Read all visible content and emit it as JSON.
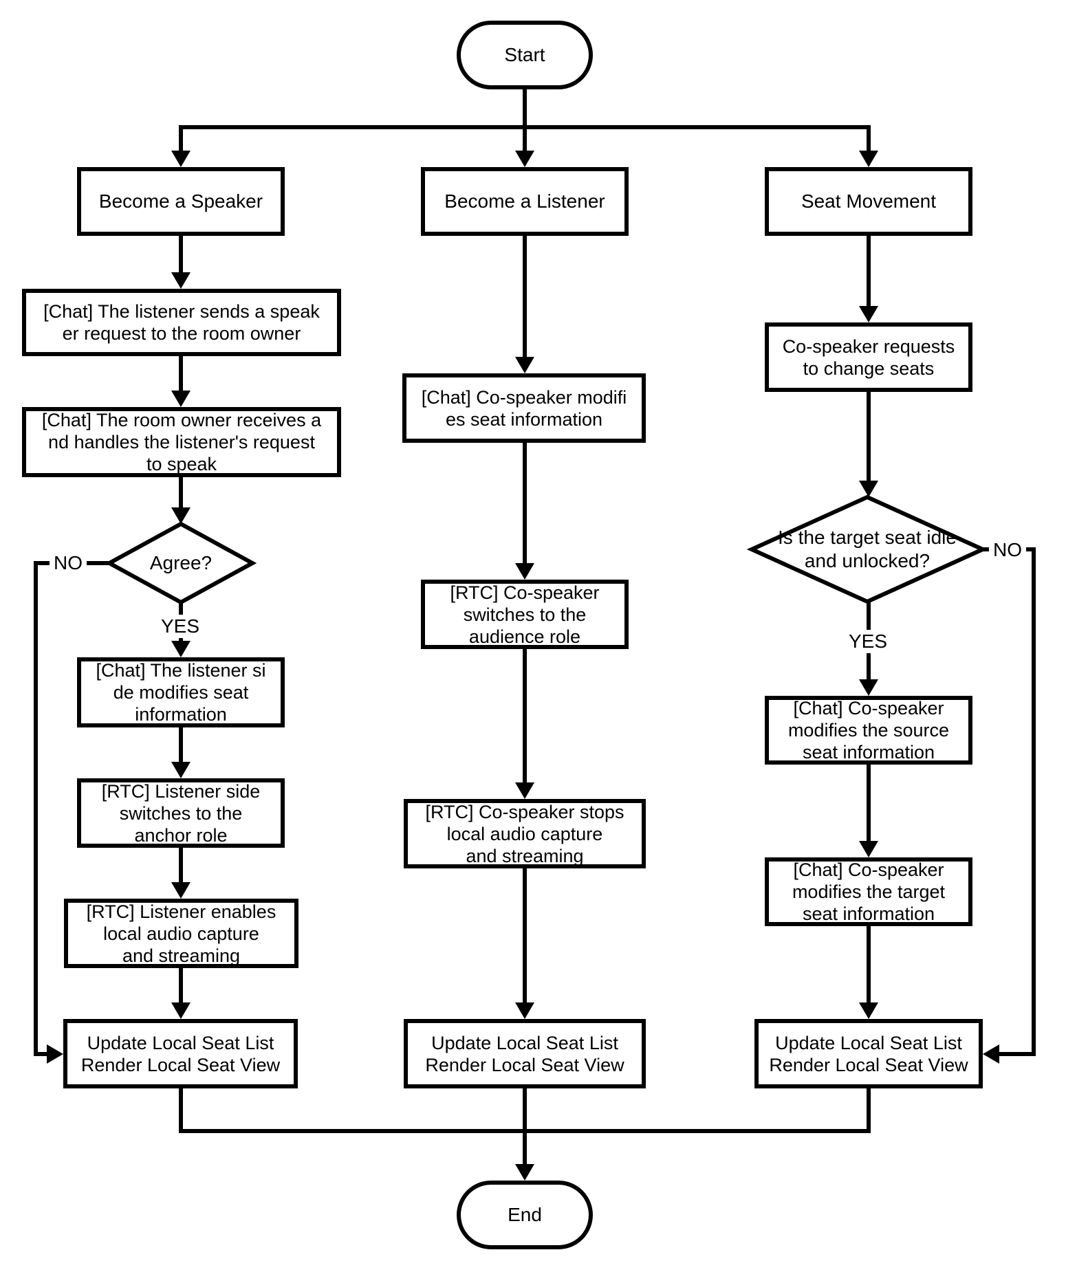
{
  "flowchart": {
    "start_label": "Start",
    "end_label": "End",
    "columns": {
      "become_speaker": {
        "header": "Become a Speaker",
        "chat_listener_sends": "[Chat] The listener sends a speak\ner request to the room owner",
        "chat_owner_handles": "[Chat] The room owner receives a\nnd handles the listener's request\nto speak",
        "decision_agree": "Agree?",
        "decision_no": "NO",
        "decision_yes": "YES",
        "chat_listener_modifies": "[Chat] The listener si\nde modifies seat\ninformation",
        "rtc_switch_anchor": "[RTC] Listener side\nswitches to the\nanchor role",
        "rtc_enable_audio": "[RTC] Listener enables\nlocal audio capture\nand streaming",
        "update_seat": "Update Local Seat List\nRender Local Seat View"
      },
      "become_listener": {
        "header": "Become a Listener",
        "chat_modifies_seat": "[Chat] Co-speaker modifi\nes seat information",
        "rtc_switch_audience": "[RTC] Co-speaker\nswitches to the\naudience role",
        "rtc_stop_audio": "[RTC] Co-speaker stops\nlocal audio capture\nand streaming",
        "update_seat": "Update Local Seat List\nRender Local Seat View"
      },
      "seat_movement": {
        "header": "Seat Movement",
        "request_change": "Co-speaker requests\nto change seats",
        "decision_idle": "Is the target seat idle\nand unlocked?",
        "decision_no": "NO",
        "decision_yes": "YES",
        "chat_modify_source": "[Chat] Co-speaker\nmodifies the source\nseat information",
        "chat_modify_target": "[Chat] Co-speaker\nmodifies the target\nseat information",
        "update_seat": "Update Local Seat List\nRender Local Seat View"
      }
    },
    "colors": {
      "stroke": "#000000",
      "fill": "#ffffff",
      "text": "#000000"
    }
  }
}
